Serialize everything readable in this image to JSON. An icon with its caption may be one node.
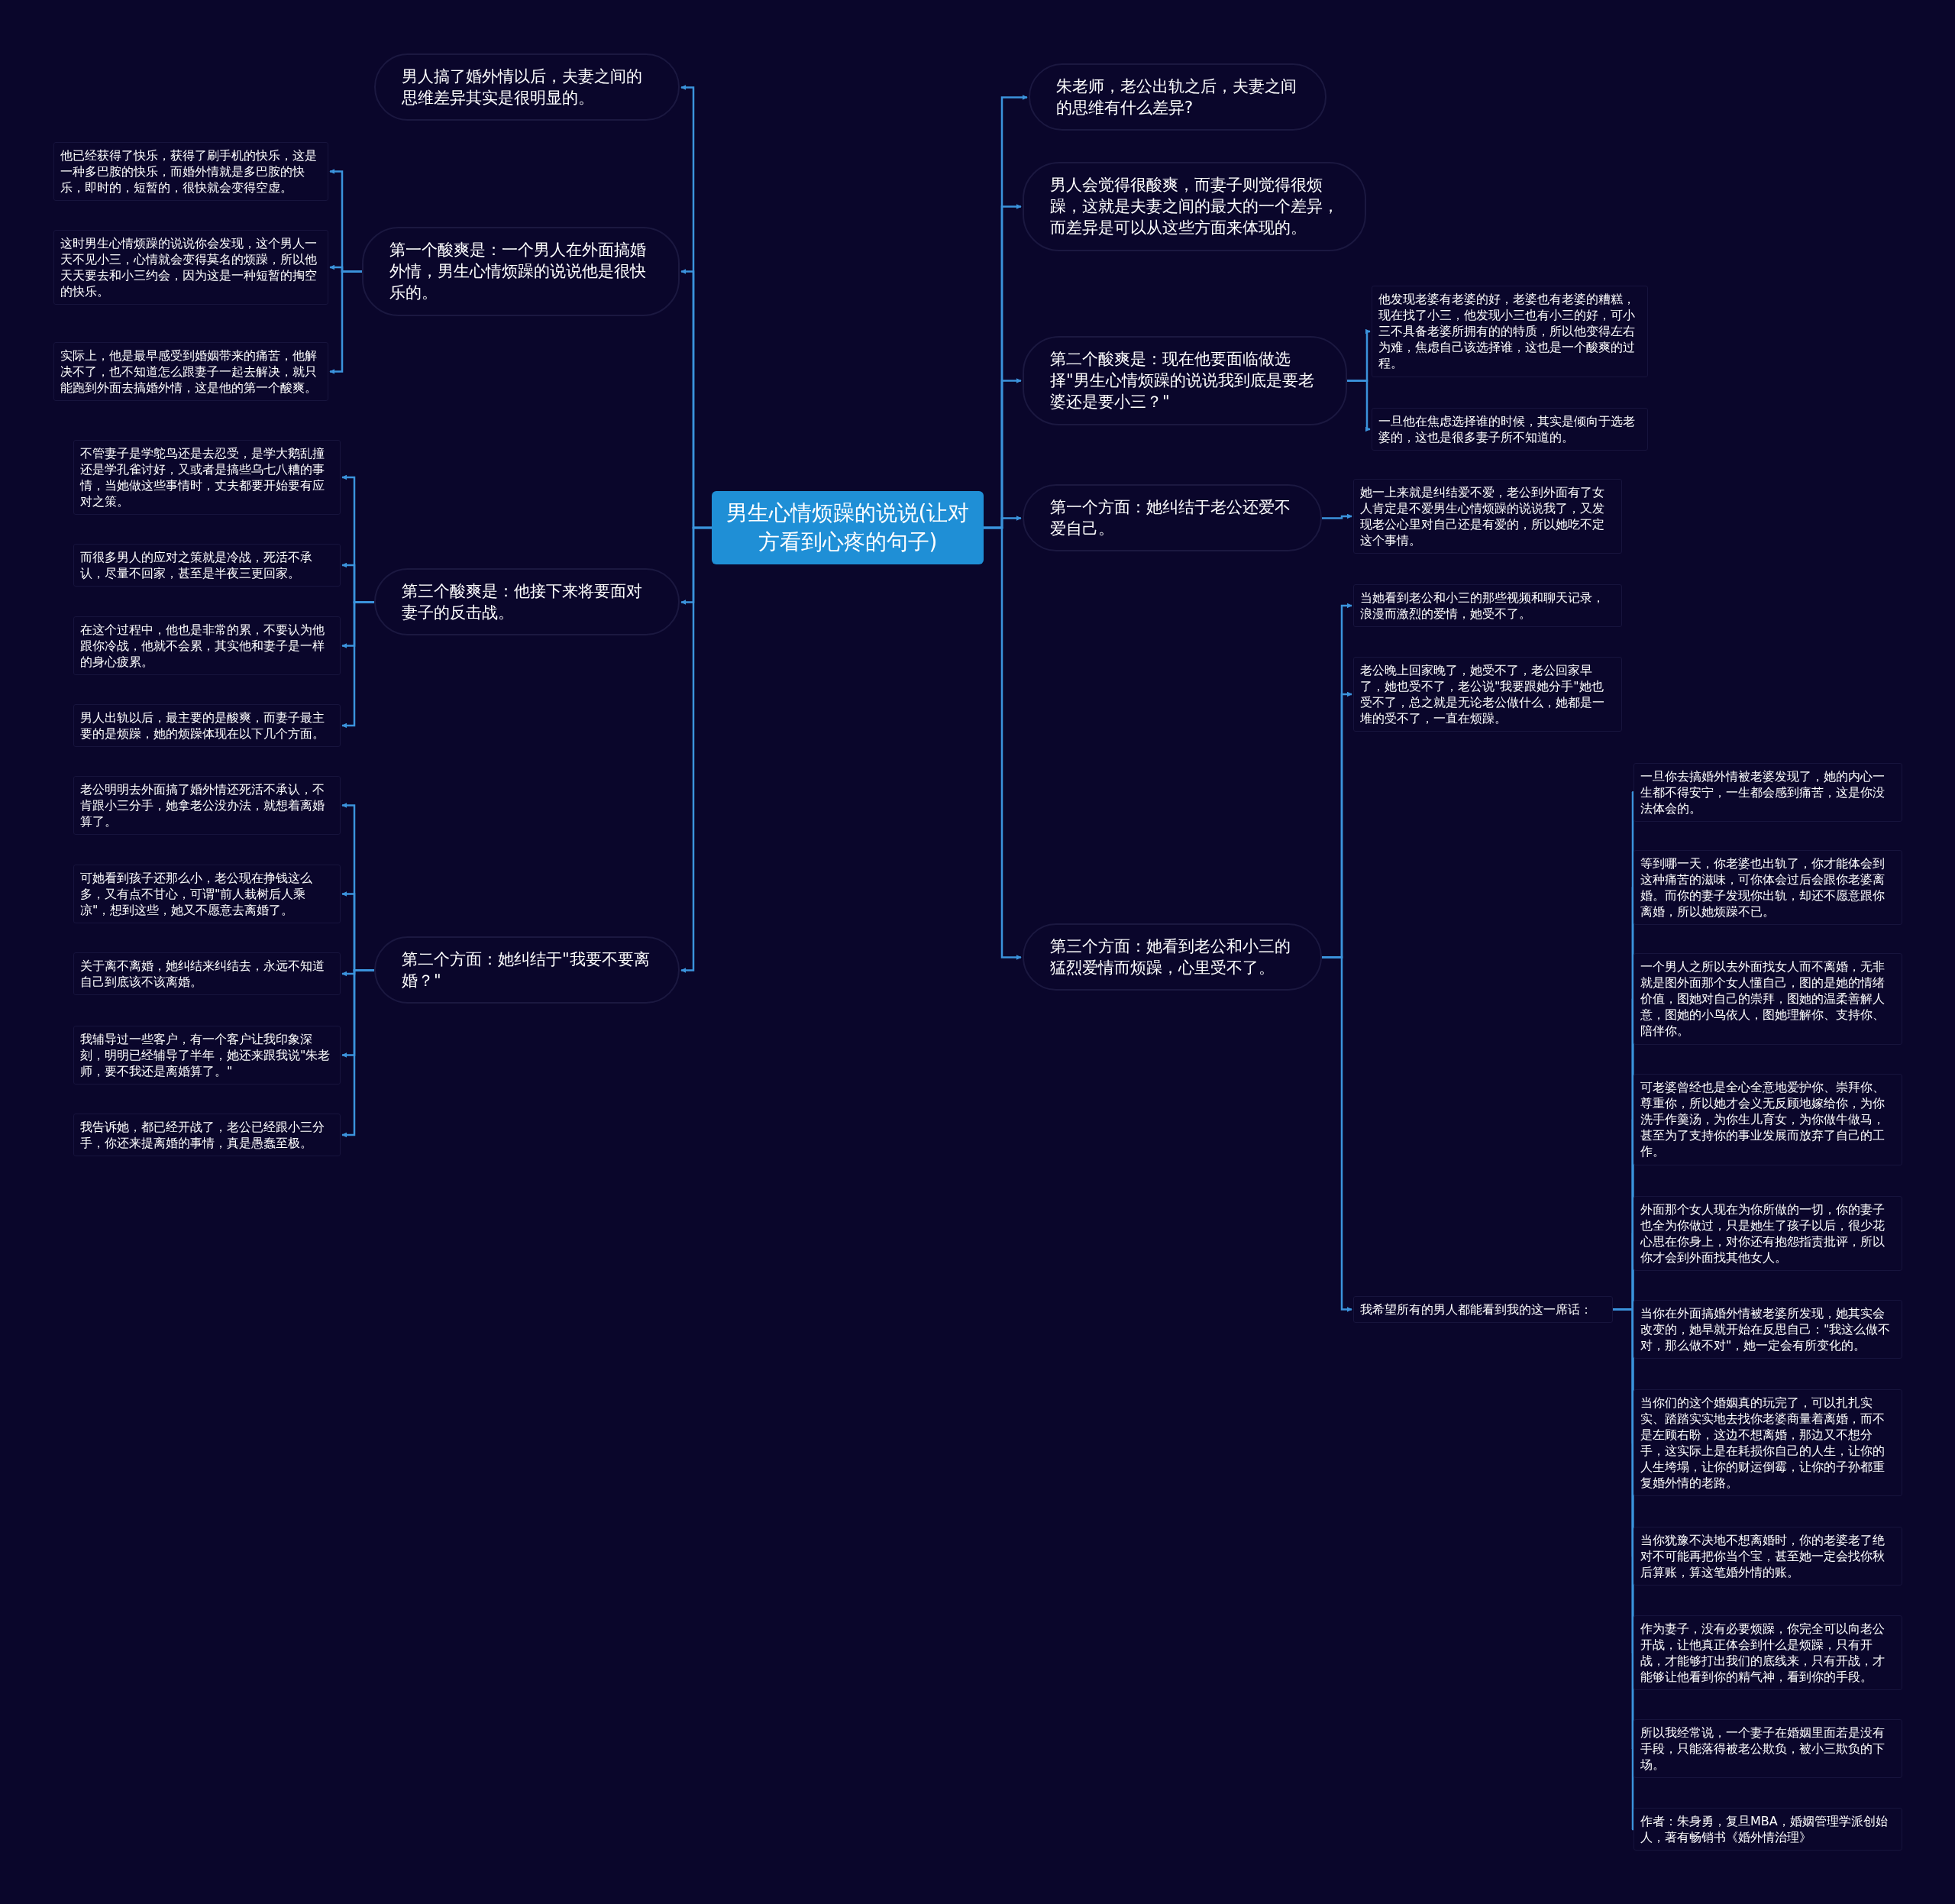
{
  "diagram": {
    "nodes": [
      {
        "text": [
          "男生心情烦躁的说说(让对方看到心疼的句子)"
        ]
      },
      {
        "text": [
          "男人搞了婚外情以后，夫妻之间的思维差异其实是很明显的。"
        ]
      },
      {
        "text": [
          "第一个酸爽是：一个男人在外面搞婚外情，男生心情烦躁的说说他是很快乐的。"
        ]
      },
      {
        "text": [
          "第三个酸爽是：他接下来将要面对妻子的反击战。"
        ]
      },
      {
        "text": [
          "第二个方面：她纠结于\"我要不要离婚？\""
        ]
      },
      {
        "text": [
          "他已经获得了快乐，获得了刷手机的快乐，这是一种多巴胺的快乐，而婚外情就是多巴胺的快乐，即时的，短暂的，很快就会变得空虚。"
        ]
      },
      {
        "text": [
          "这时男生心情烦躁的说说你会发现，这个男人一天不见小三，心情就会变得莫名的烦躁，所以他天天要去和小三约会，因为这是一种短暂的掏空的快乐。"
        ]
      },
      {
        "text": [
          "实际上，他是最早感受到婚姻带来的痛苦，他解决不了，也不知道怎么跟妻子一起去解决，就只能跑到外面去搞婚外情，这是他的第一个酸爽。"
        ]
      },
      {
        "text": [
          "不管妻子是学鸵鸟还是去忍受，是学大鹅乱撞还是学孔雀讨好，又或者是搞些乌七八糟的事情，当她做这些事情时，丈夫都要开始要有应对之策。"
        ]
      },
      {
        "text": [
          "而很多男人的应对之策就是冷战，死活不承认，尽量不回家，甚至是半夜三更回家。"
        ]
      },
      {
        "text": [
          "在这个过程中，他也是非常的累，不要认为他跟你冷战，他就不会累，其实他和妻子是一样的身心疲累。"
        ]
      },
      {
        "text": [
          "男人出轨以后，最主要的是酸爽，而妻子最主要的是烦躁，她的烦躁体现在以下几个方面。"
        ]
      },
      {
        "text": [
          "老公明明去外面搞了婚外情还死活不承认，不肯跟小三分手，她拿老公没办法，就想着离婚算了。"
        ]
      },
      {
        "text": [
          "可她看到孩子还那么小，老公现在挣钱这么多，又有点不甘心，可谓\"前人栽树后人乘凉\"，想到这些，她又不愿意去离婚了。"
        ]
      },
      {
        "text": [
          "关于离不离婚，她纠结来纠结去，永远不知道自己到底该不该离婚。"
        ]
      },
      {
        "text": [
          "我辅导过一些客户，有一个客户让我印象深刻，明明已经辅导了半年，她还来跟我说\"朱老师，要不我还是离婚算了。\""
        ]
      },
      {
        "text": [
          "我告诉她，都已经开战了，老公已经跟小三分手，你还来提离婚的事情，真是愚蠢至极。"
        ]
      },
      {
        "text": [
          "朱老师，老公出轨之后，夫妻之间的思维有什么差异?"
        ]
      },
      {
        "text": [
          "男人会觉得很酸爽，而妻子则觉得很烦躁，这就是夫妻之间的最大的一个差异，而差异是可以从这些方面来体现的。"
        ]
      },
      {
        "text": [
          "第二个酸爽是：现在他要面临做选择\"男生心情烦躁的说说我到底是要老婆还是要小三？\""
        ]
      },
      {
        "text": [
          "第一个方面：她纠结于老公还爱不爱自己。"
        ]
      },
      {
        "text": [
          "第三个方面：她看到老公和小三的猛烈爱情而烦躁，心里受不了。"
        ]
      },
      {
        "text": [
          "他发现老婆有老婆的好，老婆也有老婆的糟糕，现在找了小三，他发现小三也有小三的好，可小三不具备老婆所拥有的的特质，所以他变得左右为难，焦虑自己该选择谁，这也是一个酸爽的过程。"
        ]
      },
      {
        "text": [
          "一旦他在焦虑选择谁的时候，其实是倾向于选老婆的，这也是很多妻子所不知道的。"
        ]
      },
      {
        "text": [
          "她一上来就是纠结爱不爱，老公到外面有了女人肯定是不爱男生心情烦躁的说说我了，又发现老公心里对自己还是有爱的，所以她吃不定这个事情。"
        ]
      },
      {
        "text": [
          "当她看到老公和小三的那些视频和聊天记录，浪漫而激烈的爱情，她受不了。"
        ]
      },
      {
        "text": [
          "老公晚上回家晚了，她受不了，老公回家早了，她也受不了，老公说\"我要跟她分手\"她也受不了，总之就是无论老公做什么，她都是一堆的受不了，一直在烦躁。"
        ]
      },
      {
        "text": [
          "我希望所有的男人都能看到我的这一席话："
        ]
      },
      {
        "text": [
          "一旦你去搞婚外情被老婆发现了，她的内心一生都不得安宁，一生都会感到痛苦，这是你没法体会的。"
        ]
      },
      {
        "text": [
          "等到哪一天，你老婆也出轨了，你才能体会到这种痛苦的滋味，可你体会过后会跟你老婆离婚。而你的妻子发现你出轨，却还不愿意跟你离婚，所以她烦躁不已。"
        ]
      },
      {
        "text": [
          "一个男人之所以去外面找女人而不离婚，无非就是图外面那个女人懂自己，图的是她的情绪价值，图她对自己的崇拜，图她的温柔善解人意，图她的小鸟依人，图她理解你、支持你、陪伴你。"
        ]
      },
      {
        "text": [
          "可老婆曾经也是全心全意地爱护你、崇拜你、尊重你，所以她才会义无反顾地嫁给你，为你洗手作羹汤，为你生儿育女，为你做牛做马，甚至为了支持你的事业发展而放弃了自己的工作。"
        ]
      },
      {
        "text": [
          "外面那个女人现在为你所做的一切，你的妻子也全为你做过，只是她生了孩子以后，很少花心思在你身上，对你还有抱怨指责批评，所以你才会到外面找其他女人。"
        ]
      },
      {
        "text": [
          "当你在外面搞婚外情被老婆所发现，她其实会改变的，她早就开始在反思自己：\"我这么做不对，那么做不对\"，她一定会有所变化的。"
        ]
      },
      {
        "text": [
          "当你们的这个婚姻真的玩完了，可以扎扎实实、踏踏实实地去找你老婆商量着离婚，而不是左顾右盼，这边不想离婚，那边又不想分手，这实际上是在耗损你自己的人生，让你的人生垮塌，让你的财运倒霉，让你的子孙都重复婚外情的老路。"
        ]
      },
      {
        "text": [
          "当你犹豫不决地不想离婚时，你的老婆老了绝对不可能再把你当个宝，甚至她一定会找你秋后算账，算这笔婚外情的账。"
        ]
      },
      {
        "text": [
          "作为妻子，没有必要烦躁，你完全可以向老公开战，让他真正体会到什么是烦躁，只有开战，才能够打出我们的底线来，只有开战，才能够让他看到你的精气神，看到你的手段。"
        ]
      },
      {
        "text": [
          "所以我经常说，一个妻子在婚姻里面若是没有手段，只能落得被老公欺负，被小三欺负的下场。"
        ]
      },
      {
        "text": [
          "作者：朱身勇，复旦MBA，婚姻管理学派创始人，著有畅销书《婚外情治理》"
        ]
      }
    ],
    "edges": [
      {
        "from": 0,
        "to": 1,
        "arrow": "to"
      },
      {
        "from": 0,
        "to": 2,
        "arrow": "to"
      },
      {
        "from": 0,
        "to": 3,
        "arrow": "to"
      },
      {
        "from": 0,
        "to": 4,
        "arrow": "to"
      },
      {
        "from": 2,
        "to": 5,
        "arrow": "to"
      },
      {
        "from": 2,
        "to": 6,
        "arrow": "to"
      },
      {
        "from": 2,
        "to": 7,
        "arrow": "to"
      },
      {
        "from": 3,
        "to": 8,
        "arrow": "to"
      },
      {
        "from": 3,
        "to": 9,
        "arrow": "to"
      },
      {
        "from": 3,
        "to": 10,
        "arrow": "to"
      },
      {
        "from": 3,
        "to": 11,
        "arrow": "to"
      },
      {
        "from": 4,
        "to": 12,
        "arrow": "to"
      },
      {
        "from": 4,
        "to": 13,
        "arrow": "to"
      },
      {
        "from": 4,
        "to": 14,
        "arrow": "to"
      },
      {
        "from": 4,
        "to": 15,
        "arrow": "to"
      },
      {
        "from": 4,
        "to": 16,
        "arrow": "to"
      },
      {
        "from": 0,
        "to": 17,
        "arrow": "to"
      },
      {
        "from": 0,
        "to": 18,
        "arrow": "to"
      },
      {
        "from": 0,
        "to": 19,
        "arrow": "to"
      },
      {
        "from": 0,
        "to": 20,
        "arrow": "to"
      },
      {
        "from": 0,
        "to": 21,
        "arrow": "to"
      },
      {
        "from": 19,
        "to": 22,
        "arrow": "to"
      },
      {
        "from": 19,
        "to": 23,
        "arrow": "to"
      },
      {
        "from": 20,
        "to": 24,
        "arrow": "to"
      },
      {
        "from": 21,
        "to": 25,
        "arrow": "to"
      },
      {
        "from": 21,
        "to": 26,
        "arrow": "to"
      },
      {
        "from": 21,
        "to": 27,
        "arrow": "to"
      },
      {
        "from": 27,
        "to": 28,
        "arrow": "to"
      },
      {
        "from": 27,
        "to": 29,
        "arrow": "to"
      },
      {
        "from": 27,
        "to": 30,
        "arrow": "to"
      },
      {
        "from": 27,
        "to": 31,
        "arrow": "to"
      },
      {
        "from": 27,
        "to": 32,
        "arrow": "to"
      },
      {
        "from": 27,
        "to": 33,
        "arrow": "to"
      },
      {
        "from": 27,
        "to": 34,
        "arrow": "to"
      },
      {
        "from": 27,
        "to": 35,
        "arrow": "to"
      },
      {
        "from": 27,
        "to": 36,
        "arrow": "to"
      },
      {
        "from": 27,
        "to": 37,
        "arrow": "to"
      },
      {
        "from": 27,
        "to": 38,
        "arrow": "to"
      }
    ]
  }
}
